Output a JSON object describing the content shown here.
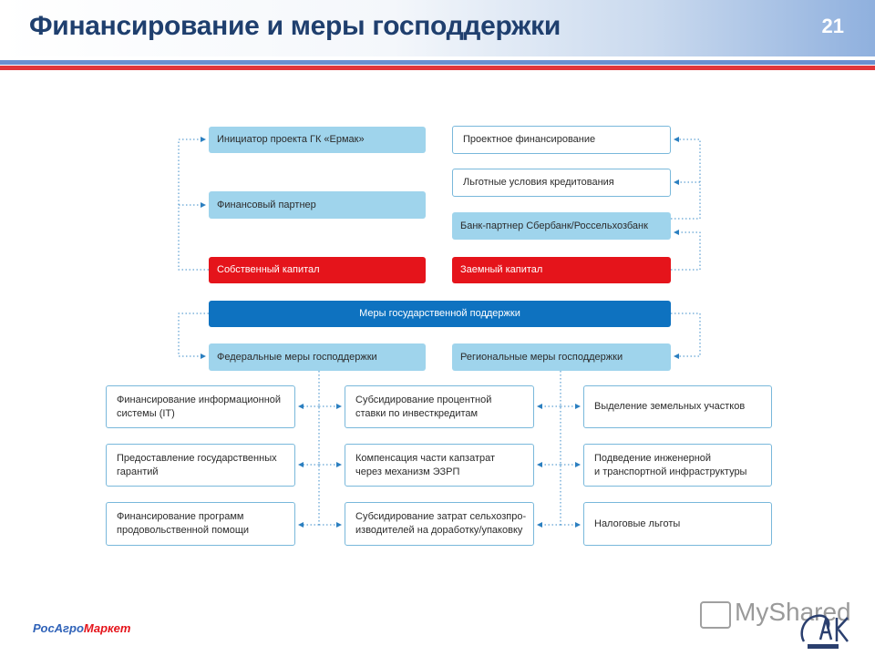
{
  "header": {
    "title": "Финансирование и меры господдержки",
    "page_number": "21"
  },
  "left_sources": [
    "Инициатор проекта ГК «Ермак»",
    "Финансовый партнер",
    "Собственный капитал"
  ],
  "right_sources": [
    "Проектное финансирование",
    "Льготные условия кредитования",
    "Банк-партнер Сбербанк/Россельхозбанк",
    "Заемный капитал"
  ],
  "support": {
    "title": "Меры государственной поддержки",
    "federal": "Федеральные меры господдержки",
    "regional": "Региональные меры господдержки"
  },
  "measures": {
    "col1": [
      "Финансирование информационной\nсистемы (IT)",
      "Предоставление государственных\nгарантий",
      "Финансирование программ\nпродовольственной помощи"
    ],
    "col2": [
      "Субсидирование процентной\nставки по инвесткредитам",
      "Компенсация части капзатрат\nчерез механизм ЭЗРП",
      "Субсидирование затрат сельхозпро-\nизводителей на доработку/упаковку"
    ],
    "col3": [
      "Выделение земельных участков",
      "Подведение инженерной\nи транспортной инфраструктуры",
      "Налоговые льготы"
    ]
  },
  "footer": {
    "logo_part1": "РосАгро",
    "logo_part2": "Маркет",
    "watermark": "MyShared"
  },
  "colors": {
    "light_box": "#9fd4ec",
    "red_box": "#e5141b",
    "blue_bar": "#0e72c0",
    "outline": "#79b8db",
    "title": "#1f3f6e"
  },
  "icons": [
    "arrow-left-icon",
    "arrow-right-icon",
    "presentation-icon",
    "company-seal-icon"
  ]
}
